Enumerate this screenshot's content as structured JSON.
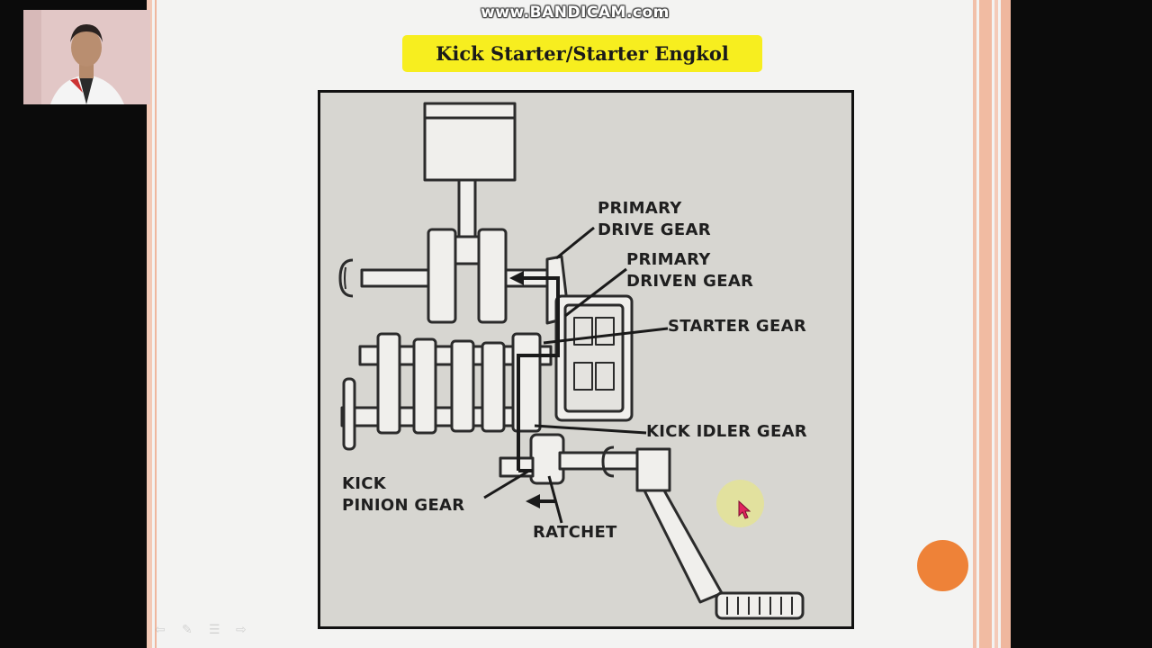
{
  "watermark": "www.BANDICAM.com",
  "slide": {
    "title": "Kick Starter/Starter Engkol"
  },
  "diagram": {
    "labels": {
      "primary_drive_gear": [
        "PRIMARY",
        "DRIVE GEAR"
      ],
      "primary_driven_gear": [
        "PRIMARY",
        "DRIVEN GEAR"
      ],
      "starter_gear": "STARTER GEAR",
      "kick_idler_gear": "KICK IDLER GEAR",
      "kick_pinion_gear": [
        "KICK",
        "PINION GEAR"
      ],
      "ratchet": "RATCHET"
    }
  },
  "colors": {
    "title_bg": "#f7ee1f",
    "accent_button": "#ee8238",
    "slide_border": "#efb79e"
  },
  "icons": {
    "nav": [
      "back-arrow-icon",
      "pen-icon",
      "menu-icon",
      "forward-arrow-icon"
    ]
  }
}
